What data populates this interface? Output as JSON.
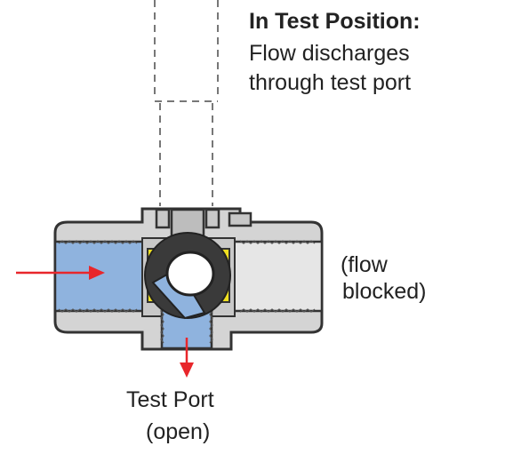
{
  "header": {
    "title": "In Test Position:",
    "line1": "Flow discharges",
    "line2": "through test port"
  },
  "outlet_note": {
    "line1": "(flow",
    "line2": "blocked)"
  },
  "test_port": {
    "line1": "Test Port",
    "line2": "(open)"
  },
  "colors": {
    "flow_fluid": "#8fb3de",
    "valve_body": "#d4d4d4",
    "outline": "#333333",
    "seat": "#f0e020",
    "ball": "#3a3a3a",
    "arrow": "#e8262b"
  }
}
